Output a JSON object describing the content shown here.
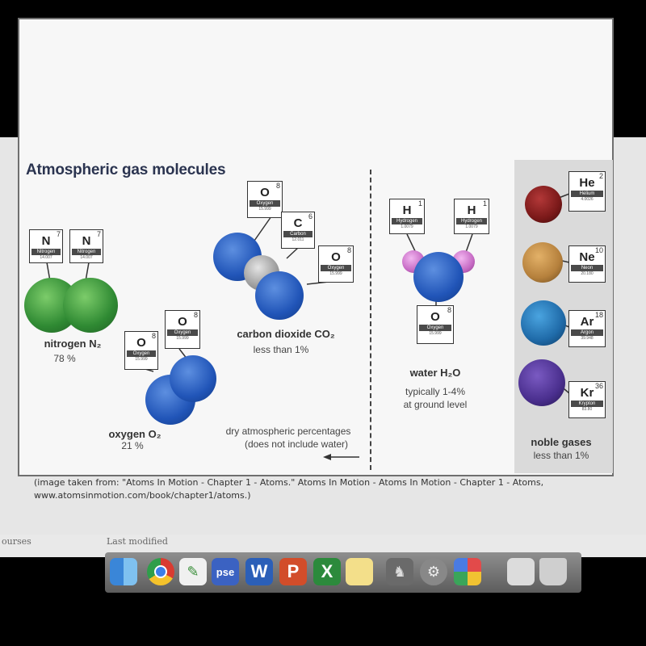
{
  "figure": {
    "title": "Atmospheric gas molecules",
    "nitrogen": {
      "label": "nitrogen N₂",
      "pct": "78 %"
    },
    "oxygen": {
      "label": "oxygen O₂",
      "pct": "21 %"
    },
    "co2": {
      "label": "carbon dioxide CO₂",
      "pct": "less than 1%"
    },
    "water": {
      "label": "water H₂O",
      "line1": "typically 1-4%",
      "line2": "at ground level"
    },
    "noble": {
      "label": "noble gases",
      "pct": "less than 1%"
    },
    "dry_note": {
      "line1": "dry atmospheric percentages",
      "line2": "(does not include water)"
    },
    "tiles": {
      "n1": {
        "num": "7",
        "sym": "N",
        "name": "Nitrogen",
        "wt": "14.007"
      },
      "n2": {
        "num": "7",
        "sym": "N",
        "name": "Nitrogen",
        "wt": "14.007"
      },
      "o_co2": {
        "num": "8",
        "sym": "O",
        "name": "Oxygen",
        "wt": "15.999"
      },
      "c": {
        "num": "6",
        "sym": "C",
        "name": "Carbon",
        "wt": "12.011"
      },
      "o_co2b": {
        "num": "8",
        "sym": "O",
        "name": "Oxygen",
        "wt": "15.999"
      },
      "o2a": {
        "num": "8",
        "sym": "O",
        "name": "Oxygen",
        "wt": "15.999"
      },
      "o2b": {
        "num": "8",
        "sym": "O",
        "name": "Oxygen",
        "wt": "15.999"
      },
      "h1": {
        "num": "1",
        "sym": "H",
        "name": "Hydrogen",
        "wt": "1.0079"
      },
      "h2": {
        "num": "1",
        "sym": "H",
        "name": "Hydrogen",
        "wt": "1.0079"
      },
      "o_w": {
        "num": "8",
        "sym": "O",
        "name": "Oxygen",
        "wt": "15.999"
      },
      "he": {
        "num": "2",
        "sym": "He",
        "name": "Helium",
        "wt": "4.0026"
      },
      "ne": {
        "num": "10",
        "sym": "Ne",
        "name": "Neon",
        "wt": "20.180"
      },
      "ar": {
        "num": "18",
        "sym": "Ar",
        "name": "Argon",
        "wt": "39.948"
      },
      "kr": {
        "num": "36",
        "sym": "Kr",
        "name": "Krypton",
        "wt": "83.80"
      }
    }
  },
  "caption": {
    "line1": "(image taken from: \"Atoms In Motion - Chapter 1 - Atoms.\" Atoms In Motion - Atoms In Motion - Chapter 1 - Atoms,",
    "line2": "www.atomsinmotion.com/book/chapter1/atoms.)"
  },
  "doc_strip": {
    "left": "ourses",
    "middle": "Last modified"
  },
  "dock": {
    "pse_label": "pse",
    "word_label": "W",
    "ppt_label": "P",
    "excel_label": "X"
  }
}
